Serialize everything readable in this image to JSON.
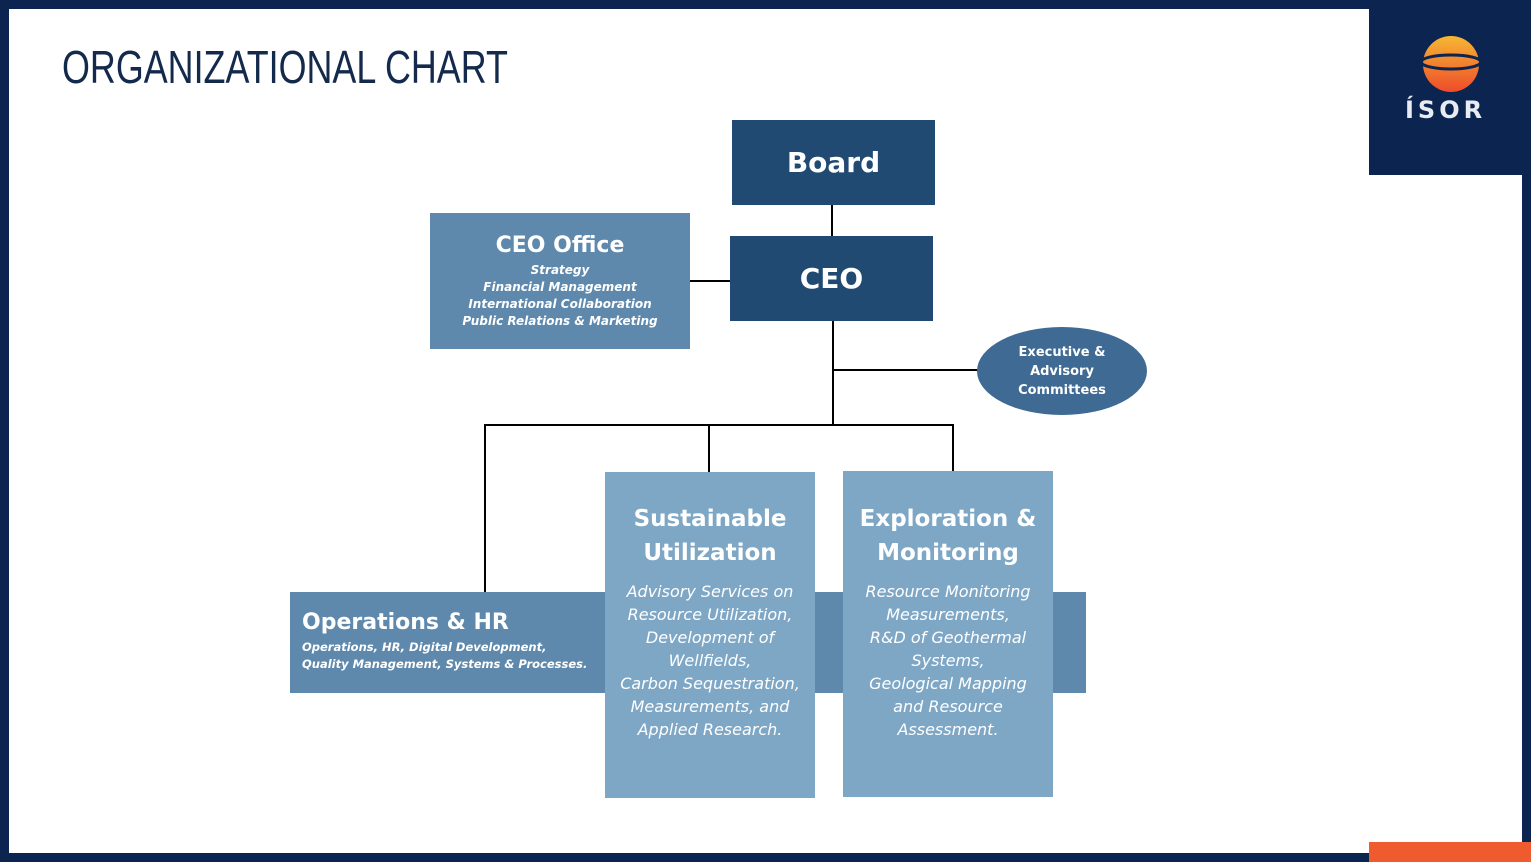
{
  "title": "ORGANIZATIONAL CHART",
  "logo": {
    "text": "ÍSOR"
  },
  "board": "Board",
  "ceo": "CEO",
  "ceo_office": {
    "title": "CEO Office",
    "items": [
      "Strategy",
      "Financial Management",
      "International Collaboration",
      "Public Relations & Marketing"
    ]
  },
  "committees": {
    "lines": [
      "Executive &",
      "Advisory",
      "Committees"
    ]
  },
  "operations": {
    "title": "Operations & HR",
    "lines": [
      "Operations, HR, Digital Development,",
      "Quality Management, Systems & Processes."
    ]
  },
  "sustainable": {
    "title": [
      "Sustainable",
      "Utilization"
    ],
    "lines": [
      "Advisory Services on",
      "Resource Utilization,",
      "Development of",
      "Wellfields,",
      "Carbon Sequestration,",
      "Measurements, and",
      "Applied Research."
    ]
  },
  "exploration": {
    "title": [
      "Exploration &",
      "Monitoring"
    ],
    "lines": [
      "Resource Monitoring",
      "Measurements,",
      "R&D of Geothermal",
      "Systems,",
      "Geological Mapping",
      "and Resource",
      "Assessment."
    ]
  }
}
